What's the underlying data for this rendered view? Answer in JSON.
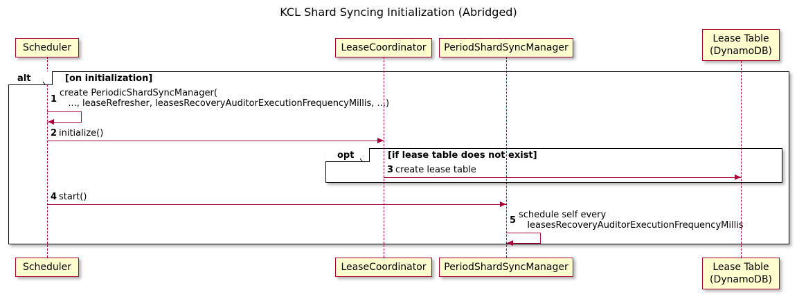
{
  "diagram": {
    "type": "uml-sequence-diagram",
    "title": "KCL Shard Syncing Initialization (Abridged)",
    "colors": {
      "participant_fill": "#FEFECE",
      "participant_border": "#A80036",
      "arrow": "#A80036",
      "frame_border": "#000000",
      "background": "#FFFFFF"
    }
  },
  "participants": [
    {
      "id": "scheduler",
      "label": "Scheduler"
    },
    {
      "id": "lease-coordinator",
      "label": "LeaseCoordinator"
    },
    {
      "id": "period-shard-sync-manager",
      "label": "PeriodShardSyncManager"
    },
    {
      "id": "lease-table",
      "label": "Lease Table\n(DynamoDB)"
    }
  ],
  "fragments": [
    {
      "id": "alt-frame",
      "operator": "alt",
      "guard": "[on initialization]"
    },
    {
      "id": "opt-frame",
      "operator": "opt",
      "guard": "[if lease table does not exist]"
    }
  ],
  "messages": [
    {
      "seq": "1",
      "from": "scheduler",
      "to": "scheduler",
      "kind": "self",
      "label_line1": "create PeriodicShardSyncManager(",
      "label_line2": "   ..., leaseRefresher, leasesRecoveryAuditorExecutionFrequencyMillis, ...)"
    },
    {
      "seq": "2",
      "from": "scheduler",
      "to": "lease-coordinator",
      "kind": "sync",
      "label_line1": "initialize()",
      "label_line2": ""
    },
    {
      "seq": "3",
      "from": "lease-coordinator",
      "to": "lease-table",
      "kind": "sync",
      "label_line1": "create lease table",
      "label_line2": ""
    },
    {
      "seq": "4",
      "from": "scheduler",
      "to": "period-shard-sync-manager",
      "kind": "sync",
      "label_line1": "start()",
      "label_line2": ""
    },
    {
      "seq": "5",
      "from": "period-shard-sync-manager",
      "to": "period-shard-sync-manager",
      "kind": "self",
      "label_line1": "schedule self every",
      "label_line2": "   leasesRecoveryAuditorExecutionFrequencyMillis"
    }
  ]
}
